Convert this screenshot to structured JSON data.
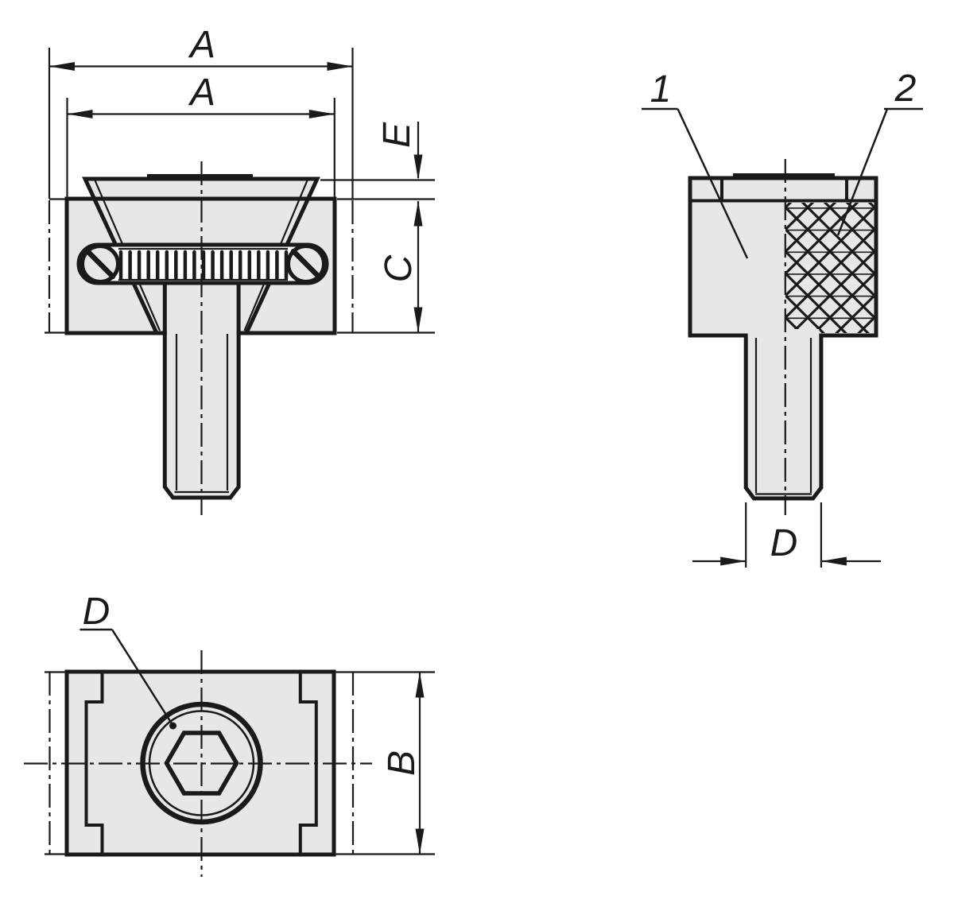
{
  "drawing": {
    "kind": "technical-drawing-three-views"
  },
  "colors": {
    "background": "#ffffff",
    "line": "#1a1a1a",
    "part_fill": "#e7e7e7",
    "slot_fill": "#ffffff"
  },
  "front_view": {
    "dim_a_outer": "A",
    "dim_a_inner": "A",
    "dim_e": "E",
    "dim_c": "C"
  },
  "side_view": {
    "callout_1": "1",
    "callout_2": "2",
    "dim_d": "D"
  },
  "top_view": {
    "callout_d": "D",
    "dim_b": "B"
  }
}
